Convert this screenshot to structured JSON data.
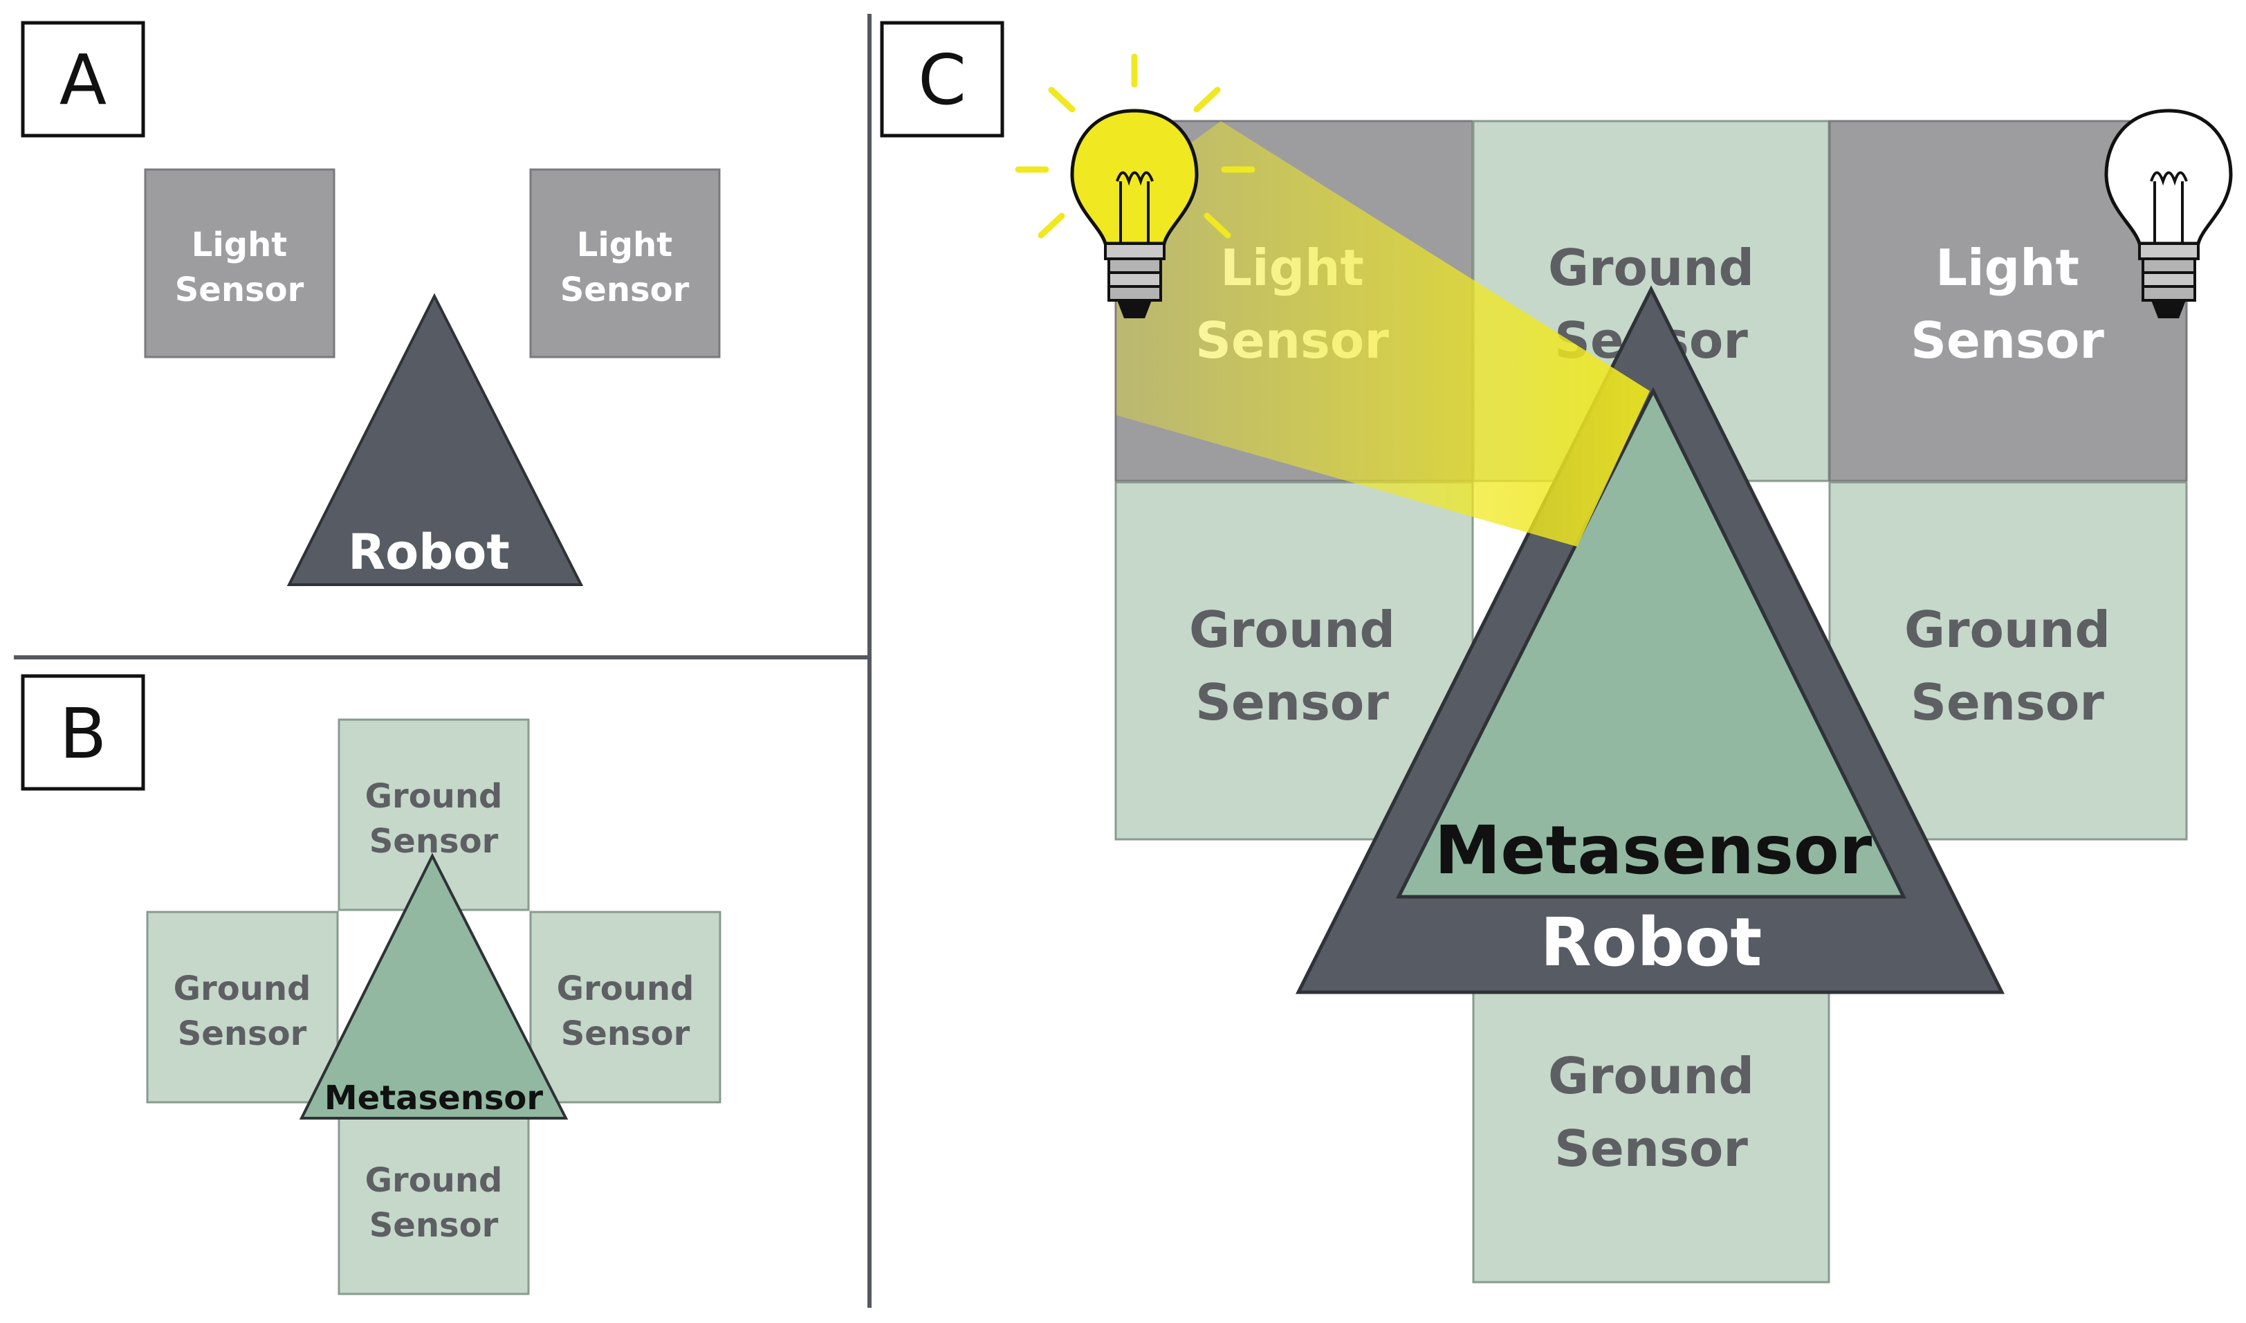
{
  "panels": {
    "a": {
      "label": "A"
    },
    "b": {
      "label": "B"
    },
    "c": {
      "label": "C"
    }
  },
  "labels": {
    "light_l1": "Light",
    "light_l2": "Sensor",
    "ground_l1": "Ground",
    "ground_l2": "Sensor",
    "robot": "Robot",
    "metasensor": "Metasensor"
  },
  "colors": {
    "light_sensor": "#9d9d9f",
    "ground_sensor": "#c5d8ca",
    "robot": "#575b63",
    "metasensor": "#92b8a1",
    "light_beam": "#f0e820",
    "divider": "#55585e"
  },
  "icons": {
    "lit_bulb": "light-bulb-on-icon",
    "unlit_bulb": "light-bulb-off-icon"
  }
}
